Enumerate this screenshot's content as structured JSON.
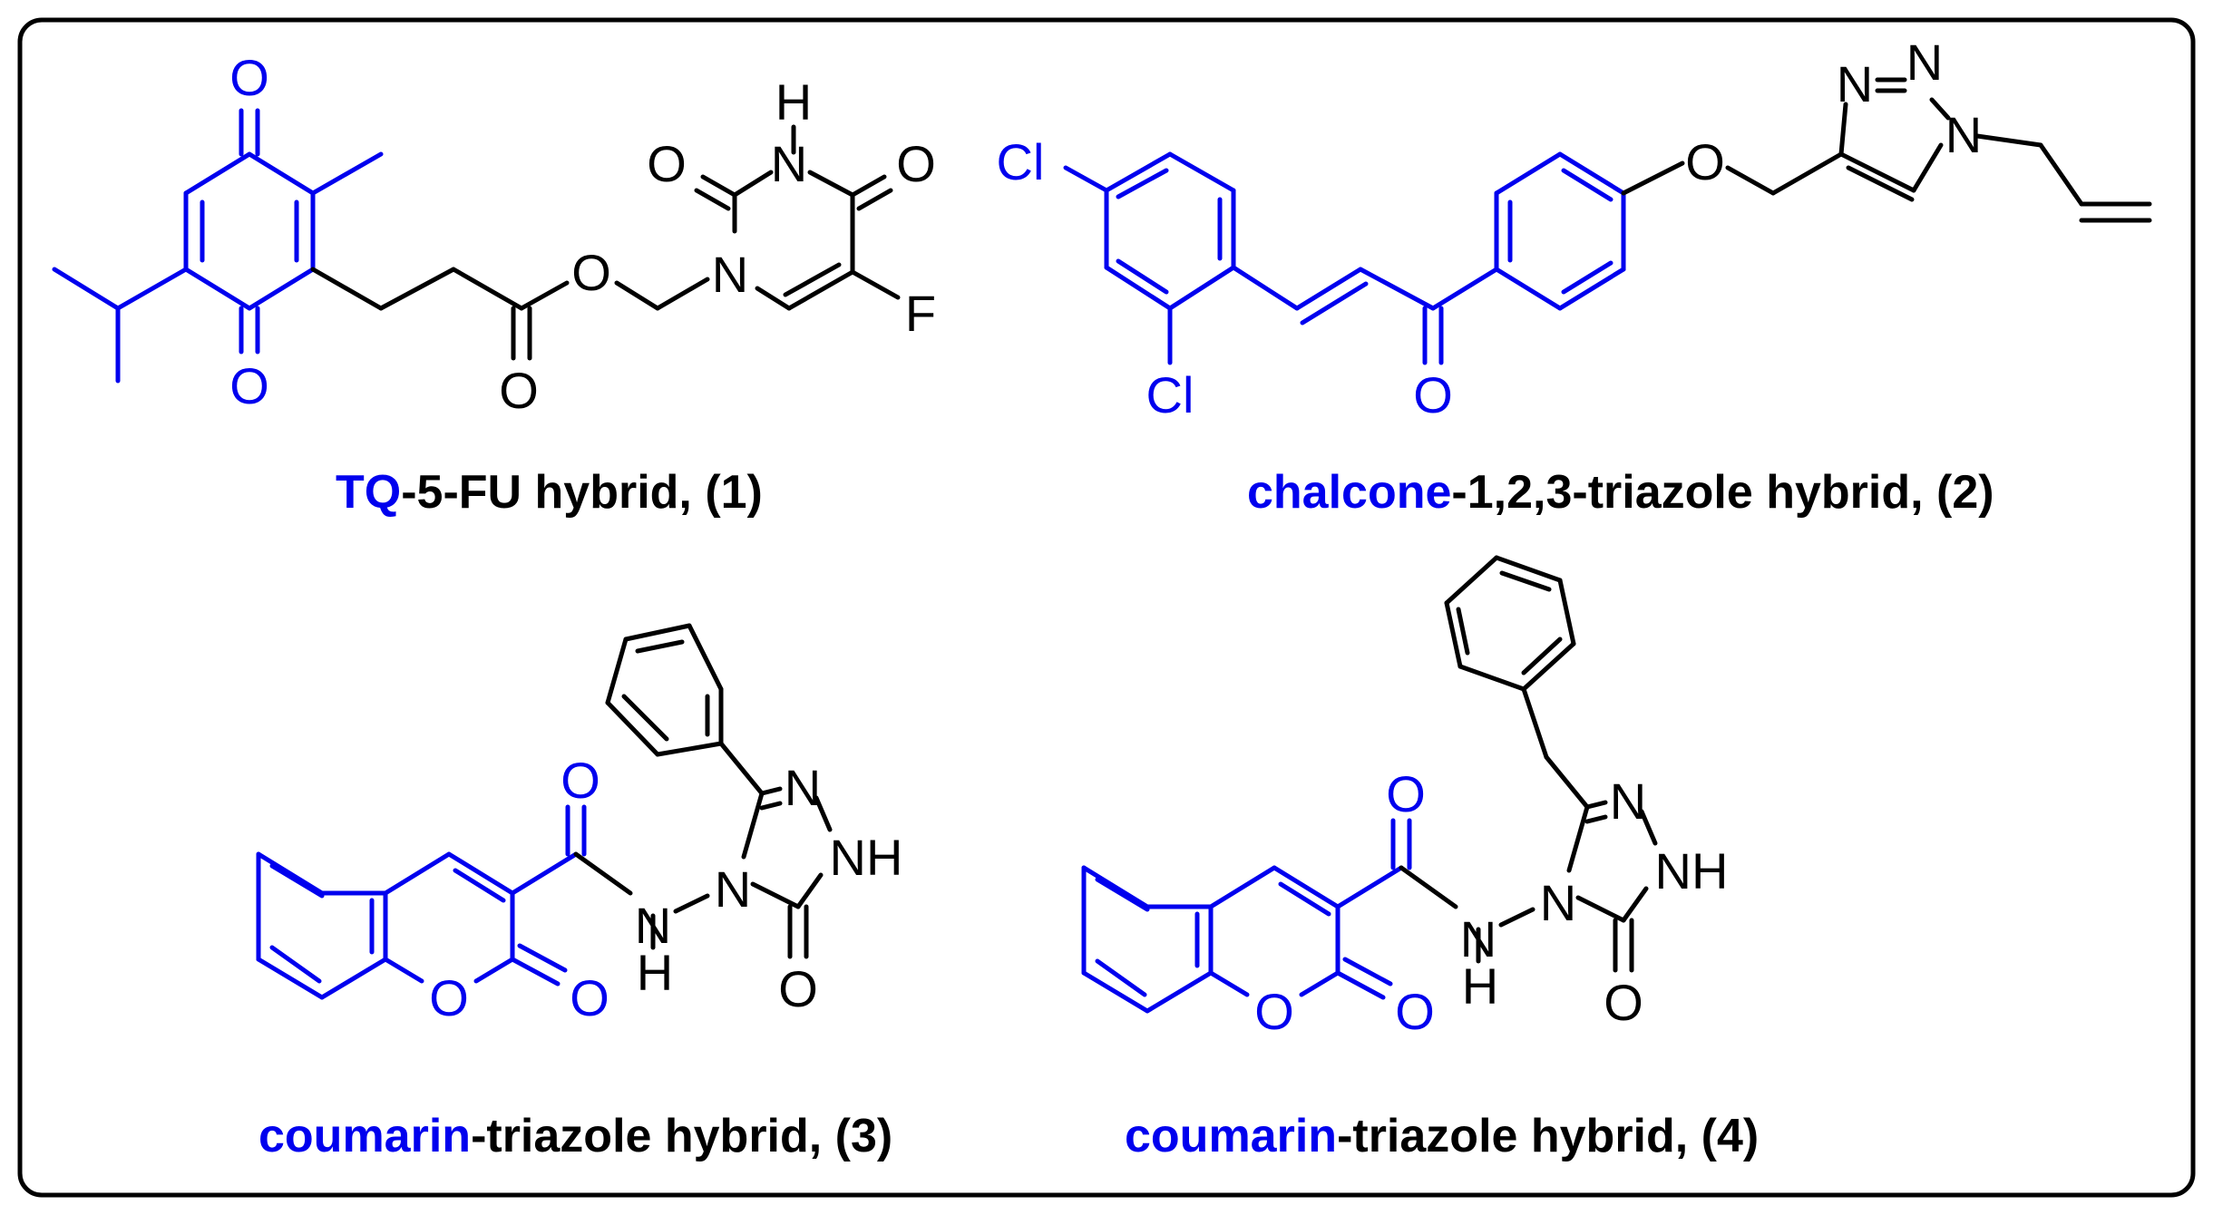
{
  "colors": {
    "scaffold": "#0000ee",
    "linker": "#000000",
    "frame": "#000000"
  },
  "atoms": {
    "O": "O",
    "N": "N",
    "H": "H",
    "F": "F",
    "Cl": "Cl",
    "NH": "NH"
  },
  "compounds": [
    {
      "id": "1",
      "caption_scaffold": "TQ",
      "caption_rest": "-5-FU hybrid, (1)"
    },
    {
      "id": "2",
      "caption_scaffold": "chalcone",
      "caption_rest": "-1,2,3-triazole hybrid, (2)"
    },
    {
      "id": "3",
      "caption_scaffold": "coumarin",
      "caption_rest": "-triazole hybrid, (3)"
    },
    {
      "id": "4",
      "caption_scaffold": "coumarin",
      "caption_rest": "-triazole hybrid, (4)"
    }
  ]
}
